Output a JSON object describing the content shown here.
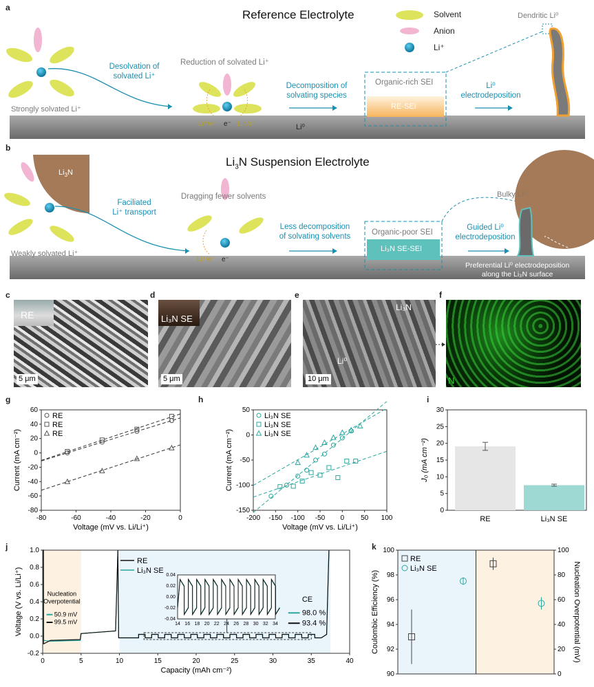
{
  "panels": {
    "a": "a",
    "b": "b",
    "c": "c",
    "d": "d",
    "e": "e",
    "f": "f",
    "g": "g",
    "h": "h",
    "i": "i",
    "j": "j",
    "k": "k"
  },
  "a": {
    "title": "Reference Electrolyte",
    "legend": {
      "solvent": "Solvent",
      "anion": "Anion",
      "li": "Li⁺"
    },
    "strongly": "Strongly solvated Li⁺",
    "desolvation": "Desolvation of\nsolvated Li⁺",
    "reduction": "Reduction of solvated Li⁺",
    "decomposition": "Decomposition of\nsolvating species",
    "sei_title": "Organic-rich SEI",
    "sei_box": "RE-SEI",
    "electrodeposition": "Li⁰\nelectrodeposition",
    "dendritic": "Dendritic Li⁰",
    "li0": "Li⁰",
    "lie": "Li⁺/e⁻",
    "e": "e⁻"
  },
  "b": {
    "title_pre": "Li",
    "title_sub": "3",
    "title_post": "N Suspension Electrolyte",
    "particle_pre": "Li",
    "particle_sub": "3",
    "particle_post": "N",
    "weakly": "Weakly solvated Li⁺",
    "transport": "Faciliated\nLi⁺ transport",
    "dragging": "Dragging fewer solvents",
    "less": "Less decomposition\nof solvating solvents",
    "sei_title": "Organic-poor SEI",
    "sei_box": "Li₃N SE-SEI",
    "guided": "Guided Li⁰\nelectrodeposition",
    "bulky": "Bulky Li⁰",
    "pref1": "Preferential Li⁰ electrodeposition",
    "pref2": "along the Li₃N surface",
    "lie": "Li⁺/e⁻",
    "e": "e⁻"
  },
  "sem": {
    "c_label": "RE",
    "c_scale": "5 μm",
    "d_label": "Li₃N SE",
    "d_scale": "5 μm",
    "e_label1": "Li₃N",
    "e_label2": "Li⁰",
    "e_scale": "10 μm",
    "f_label": "N"
  },
  "g": {
    "xlabel": "Voltage (mV vs. Li/Li⁺)",
    "ylabel": "Current (mA cm⁻²)",
    "legend": [
      "RE",
      "RE",
      "RE"
    ],
    "xticks": [
      "-80",
      "-60",
      "-40",
      "-20",
      "0"
    ],
    "yticks": [
      "60",
      "40",
      "20",
      "0",
      "-20",
      "-40",
      "-60",
      "-80"
    ]
  },
  "h": {
    "xlabel": "Voltage (mV vs. Li/Li⁺)",
    "ylabel": "Current (mA cm⁻²)",
    "legend": [
      "Li₃N SE",
      "Li₃N SE",
      "Li₃N SE"
    ],
    "xticks": [
      "-200",
      "-150",
      "-100",
      "-50",
      "0",
      "50",
      "100"
    ],
    "yticks": [
      "50",
      "0",
      "-50",
      "-100",
      "-150"
    ]
  },
  "i": {
    "ylabel": "J₀ (mA cm⁻²)",
    "categories": [
      "RE",
      "Li₃N SE"
    ],
    "yticks": [
      "30",
      "25",
      "20",
      "15",
      "10",
      "5",
      "0"
    ]
  },
  "j": {
    "xlabel": "Capacity (mAh cm⁻²)",
    "ylabel": "Voltage (V vs. Li/Li⁺)",
    "legend": [
      "RE",
      "Li₃N SE"
    ],
    "nucleation": "Nucleation\nOverpotential",
    "nuc_vals": [
      "50.9 mV",
      "99.5 mV"
    ],
    "ce_title": "CE",
    "ce_vals": [
      "98.0 %",
      "93.4 %"
    ],
    "xticks": [
      "0",
      "5",
      "10",
      "15",
      "20",
      "25",
      "30",
      "35",
      "40"
    ],
    "yticks": [
      "1.0",
      "0.8",
      "0.6",
      "0.4",
      "0.2",
      "0.0",
      "-0.2"
    ],
    "inset_xticks": [
      "14",
      "16",
      "18",
      "20",
      "22",
      "24",
      "26",
      "28",
      "30",
      "32",
      "34"
    ],
    "inset_yticks": [
      "0.04",
      "0.02",
      "0.00",
      "-0.02",
      "-0.04"
    ]
  },
  "k": {
    "ylabel_left": "Coulombic Efficiency (%)",
    "ylabel_right": "Nucleation Overpotential (mV)",
    "legend": [
      "RE",
      "Li₃N SE"
    ],
    "yticks_left": [
      "100",
      "98",
      "96",
      "94",
      "92",
      "90"
    ],
    "yticks_right": [
      "100",
      "80",
      "60",
      "40",
      "20",
      "0"
    ]
  },
  "chart_data": [
    {
      "type": "scatter",
      "panel": "g",
      "series": [
        {
          "name": "RE",
          "x": [
            -65,
            -45,
            -25,
            -5
          ],
          "y": [
            0,
            15,
            30,
            45
          ]
        },
        {
          "name": "RE",
          "x": [
            -65,
            -45,
            -25,
            -5
          ],
          "y": [
            2,
            18,
            33,
            51
          ]
        },
        {
          "name": "RE",
          "x": [
            -65,
            -45,
            -25,
            -5
          ],
          "y": [
            -40,
            -25,
            -8,
            7
          ]
        }
      ],
      "xlim": [
        -80,
        0
      ],
      "ylim": [
        -80,
        60
      ]
    },
    {
      "type": "scatter",
      "panel": "h",
      "series": [
        {
          "name": "Li₃N SE",
          "x": [
            -160,
            -125,
            -100,
            -80,
            -60,
            -40,
            -20,
            0,
            20
          ],
          "y": [
            -122,
            -100,
            -82,
            -70,
            -50,
            -38,
            -20,
            -6,
            8
          ]
        },
        {
          "name": "Li₃N SE",
          "x": [
            -140,
            -110,
            -90,
            -70,
            -50,
            -30,
            -10,
            10,
            30
          ],
          "y": [
            -103,
            -102,
            -92,
            -75,
            -80,
            -65,
            -85,
            -52,
            -52
          ]
        },
        {
          "name": "Li₃N SE",
          "x": [
            -100,
            -80,
            -60,
            -40,
            -20,
            0,
            20,
            40
          ],
          "y": [
            -55,
            -40,
            -25,
            -15,
            -5,
            5,
            10,
            18
          ]
        }
      ],
      "xlim": [
        -200,
        100
      ],
      "ylim": [
        -150,
        50
      ]
    },
    {
      "type": "bar",
      "panel": "i",
      "categories": [
        "RE",
        "Li₃N SE"
      ],
      "values": [
        19.1,
        7.5
      ],
      "errors": [
        1.2,
        0.3
      ],
      "ylim": [
        0,
        30
      ],
      "colors": [
        "#e6e6e6",
        "#9fd9d4"
      ]
    },
    {
      "type": "line",
      "panel": "j",
      "series": [
        {
          "name": "RE"
        },
        {
          "name": "Li₃N SE"
        }
      ],
      "xlim": [
        0,
        40
      ],
      "ylim": [
        -0.2,
        1.0
      ]
    },
    {
      "type": "scatter",
      "panel": "k",
      "series": [
        {
          "name": "RE",
          "ce": 93.0,
          "ce_err": 2.2,
          "nuc": 89,
          "nuc_err": 5
        },
        {
          "name": "Li₃N SE",
          "ce": 97.5,
          "ce_err": 0.3,
          "nuc": 57,
          "nuc_err": 5
        }
      ],
      "ylim_left": [
        90,
        100
      ],
      "ylim_right": [
        0,
        100
      ]
    }
  ]
}
